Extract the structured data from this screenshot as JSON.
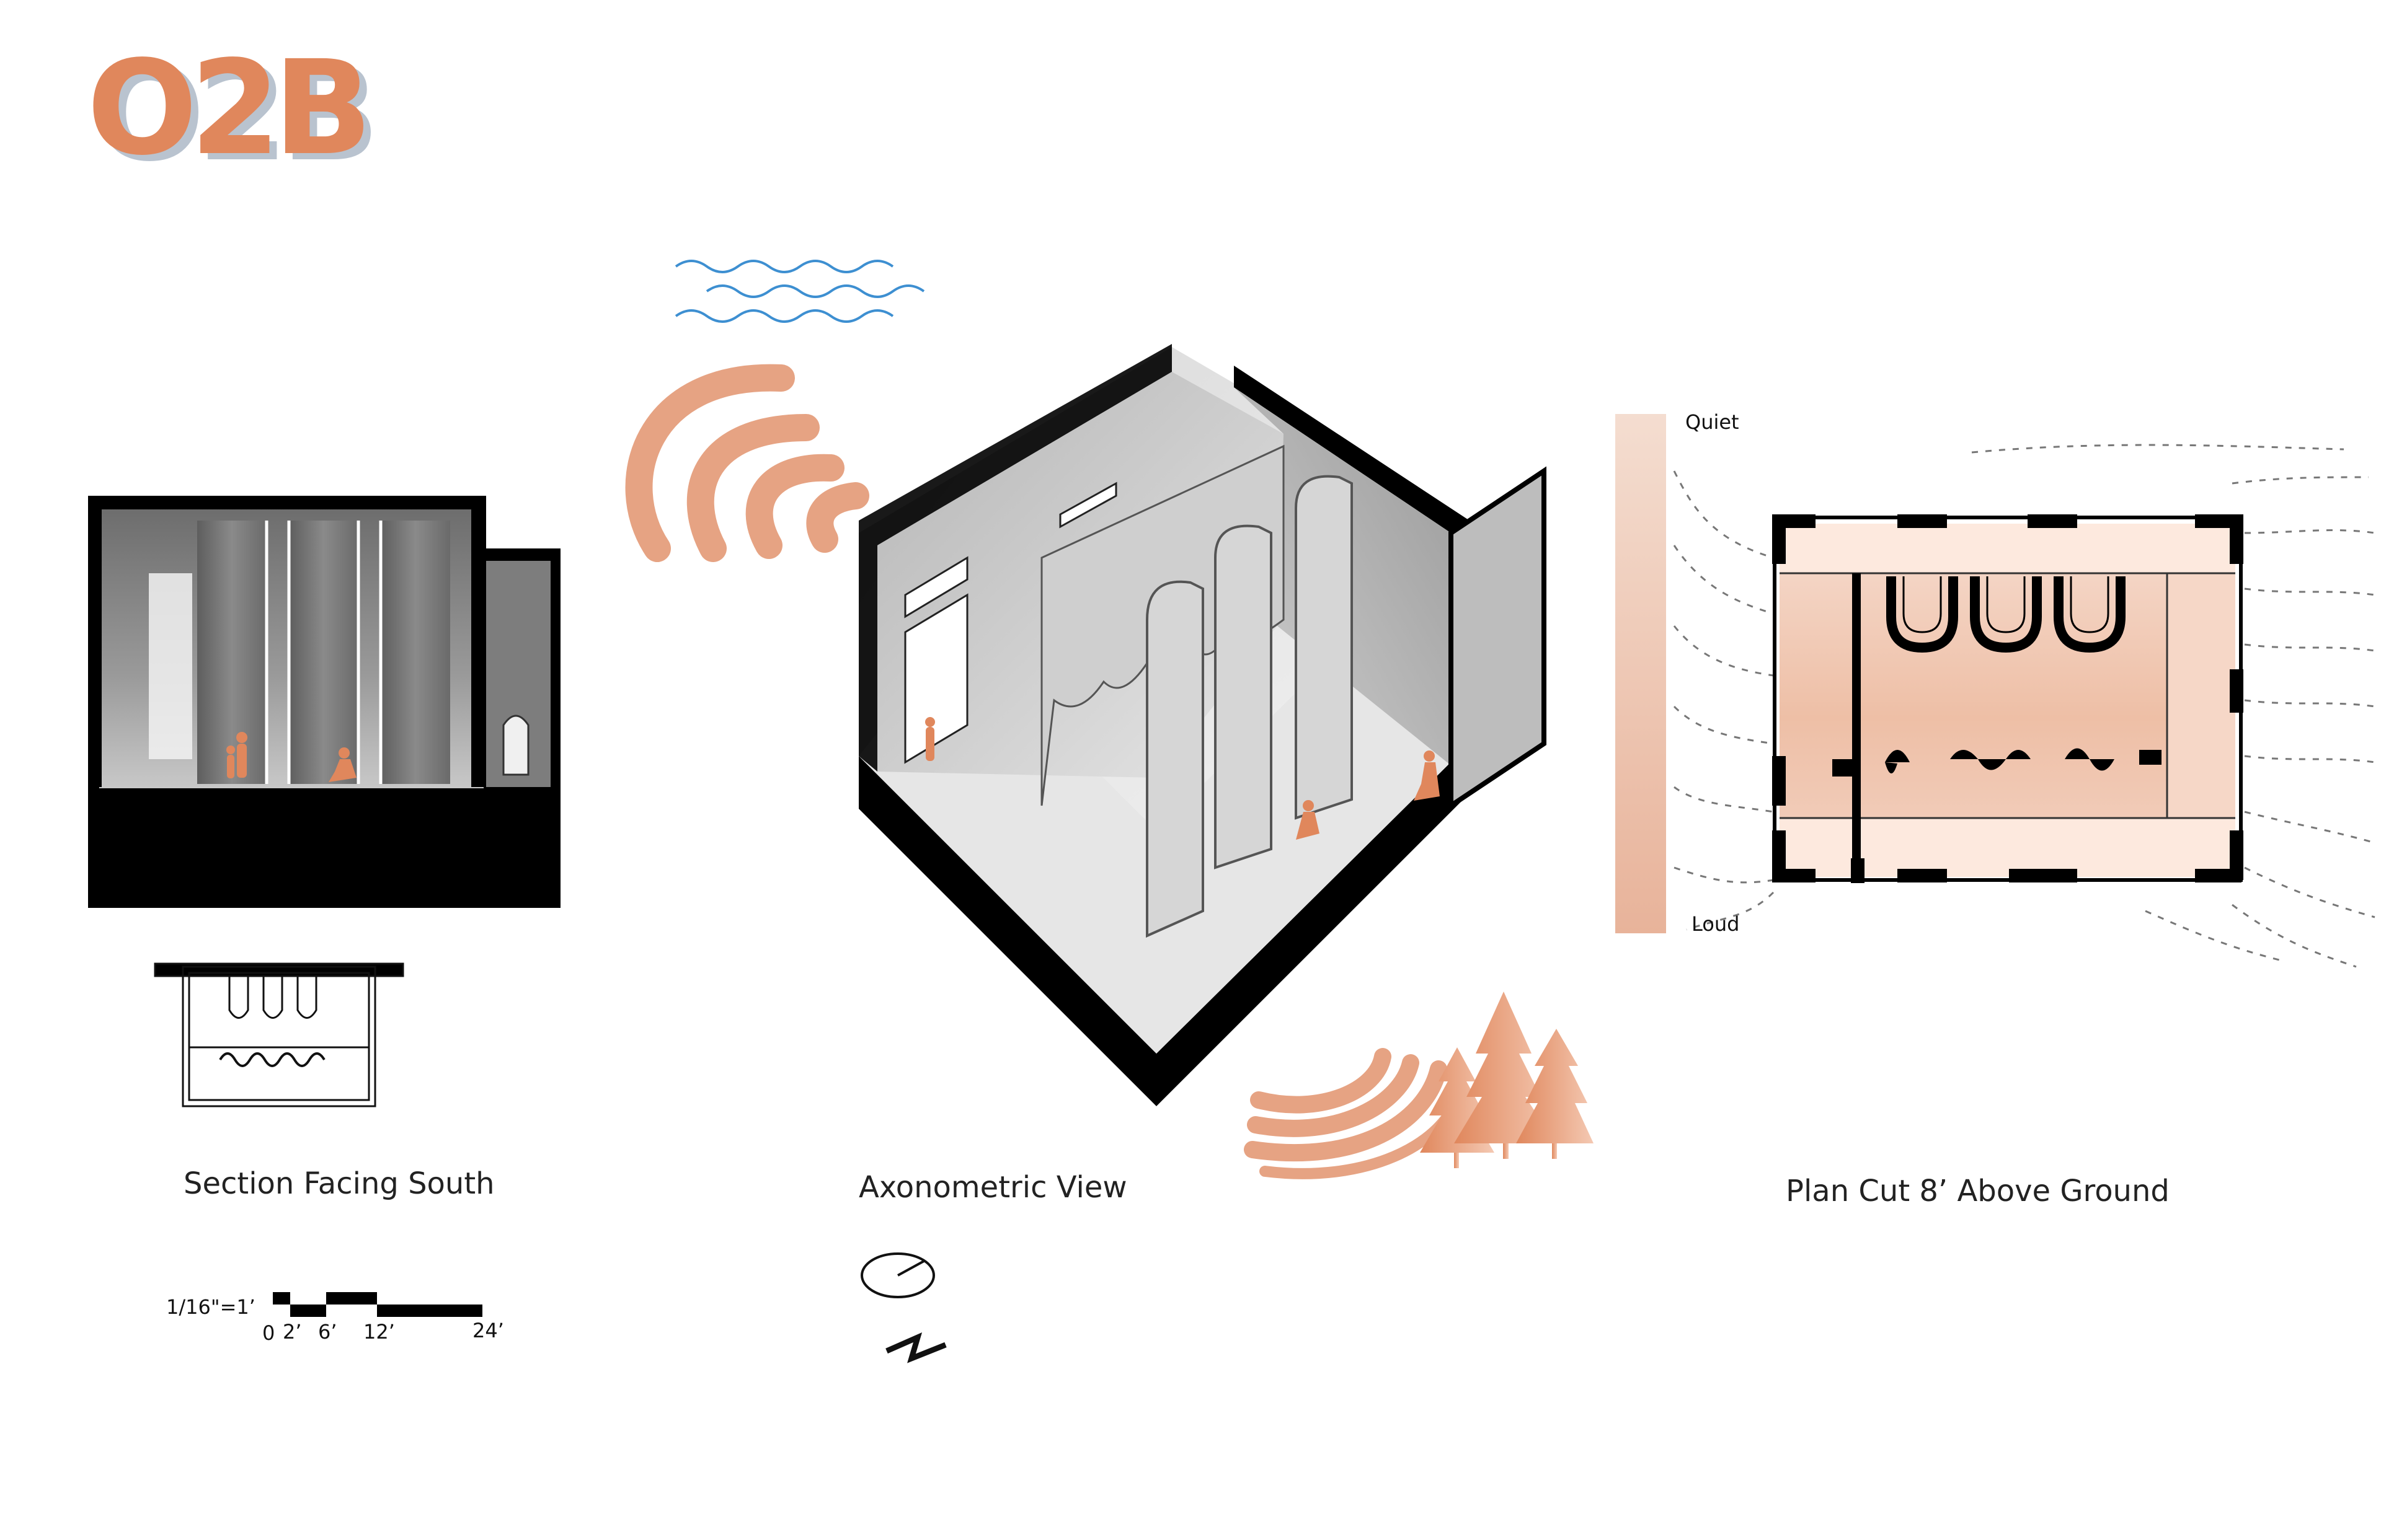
{
  "title": "O2B",
  "views": {
    "section": "Section Facing South",
    "axonometric": "Axonometric View",
    "plan": "Plan Cut 8’ Above Ground"
  },
  "gradient_legend": {
    "top": "Quiet",
    "bottom": "Loud",
    "color_top": "#f4ddd0",
    "color_bottom": "#e8b39a"
  },
  "scale_bar": {
    "ratio": "1/16\"=1’",
    "ticks": [
      "0",
      "2’",
      "6’",
      "12’",
      "24’"
    ]
  },
  "colors": {
    "accent": "#e0875c",
    "water": "#3d8fd1",
    "plan_fill": "#eebfa6",
    "black": "#000000",
    "wall_gray": "#8c8c8c"
  },
  "icons": [
    "water-waves-icon",
    "sound-waves-icon",
    "trees-icon",
    "north-arrow-icon",
    "human-figure-icon"
  ]
}
